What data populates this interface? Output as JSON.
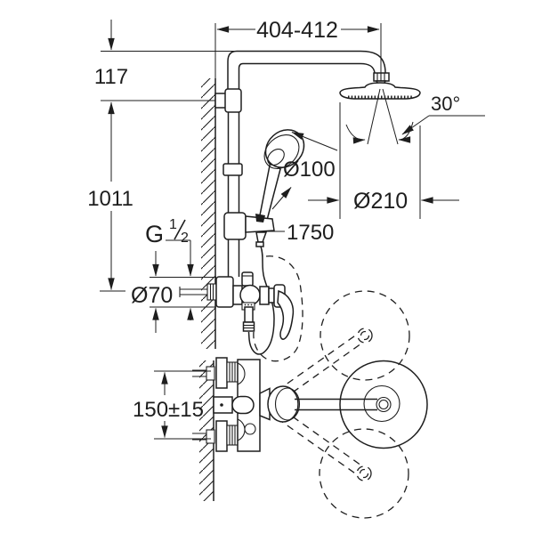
{
  "drawing": {
    "type": "technical-installation-diagram",
    "subject": "shower-system-with-mixer",
    "background_color": "#ffffff",
    "line_color": "#1e1e1e",
    "dimensions": {
      "arm_reach": "404-412",
      "head_offset": "117",
      "rail_height": "1011",
      "escutcheon_diameter": "Ø70",
      "hand_shower_diameter": "Ø100",
      "head_shower_diameter": "Ø210",
      "swivel_angle": "30°",
      "hose_length": "1750",
      "connection_spacing": "150±15"
    },
    "thread_label": {
      "base": "G",
      "numerator": "1",
      "denominator": "2"
    }
  }
}
